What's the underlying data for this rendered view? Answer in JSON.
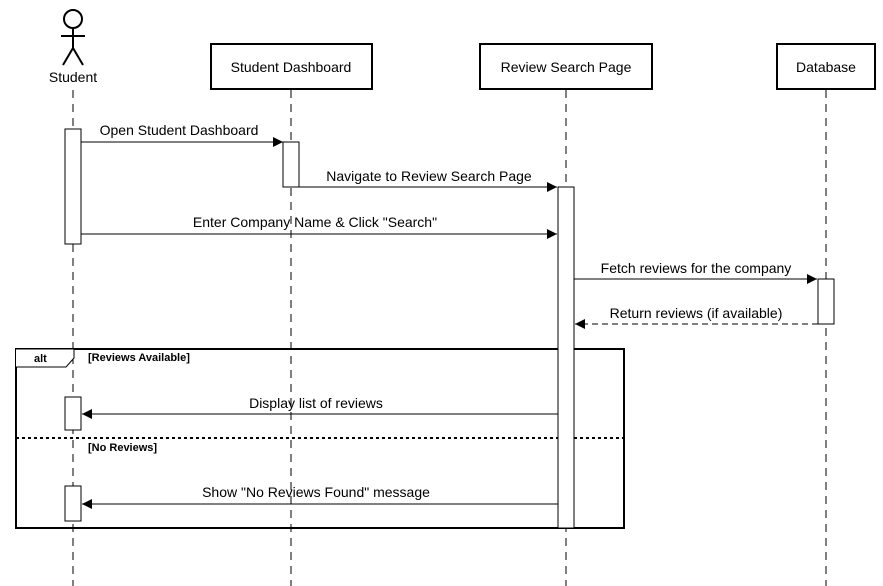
{
  "actor": {
    "label": "Student"
  },
  "participants": [
    {
      "label": "Student Dashboard"
    },
    {
      "label": "Review Search Page"
    },
    {
      "label": "Database"
    }
  ],
  "messages": [
    {
      "label": "Open Student Dashboard",
      "style": "solid"
    },
    {
      "label": "Navigate to Review Search Page",
      "style": "solid"
    },
    {
      "label": "Enter Company Name & Click \"Search\"",
      "style": "solid"
    },
    {
      "label": "Fetch reviews for the company",
      "style": "solid"
    },
    {
      "label": "Return reviews (if available)",
      "style": "dashed"
    },
    {
      "label": "Display list of reviews",
      "style": "solid"
    },
    {
      "label": "Show \"No Reviews Found\" message",
      "style": "solid"
    }
  ],
  "fragment": {
    "operator": "alt",
    "guards": [
      "[Reviews Available]",
      "[No Reviews]"
    ]
  }
}
